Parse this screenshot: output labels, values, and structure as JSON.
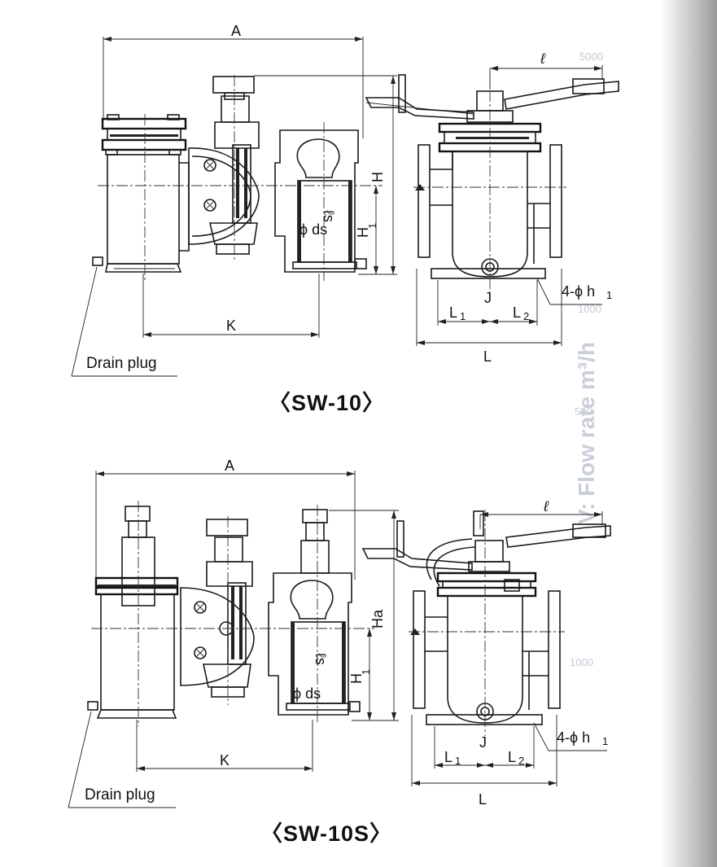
{
  "diagrams": [
    {
      "title": "〈SW-10〉",
      "dims": {
        "A": "A",
        "H": "H",
        "H1": "H",
        "H1_sub": "1",
        "K": "K",
        "ell": "ℓ",
        "ls": "ℓs",
        "ds": "ϕ ds",
        "J": "J",
        "L1": "L",
        "L1_sub": "1",
        "L2": "L",
        "L2_sub": "2",
        "L": "L",
        "holes": "4-ϕ h",
        "holes_sub": "1"
      },
      "drain_label": "Drain plug"
    },
    {
      "title": "〈SW-10S〉",
      "dims": {
        "A": "A",
        "Ha": "Ha",
        "H1": "H",
        "H1_sub": "1",
        "K": "K",
        "ell": "ℓ",
        "ls": "ℓs",
        "ds": "ϕ ds",
        "J": "J",
        "L1": "L",
        "L1_sub": "1",
        "L2": "L",
        "L2_sub": "2",
        "L": "L",
        "holes": "4-ϕ h",
        "holes_sub": "1"
      },
      "drain_label": "Drain plug"
    }
  ],
  "background_marks": {
    "axis_label": "V: Flow rate m³/h",
    "numbers": [
      "5000",
      "1000",
      "500",
      "1000"
    ]
  },
  "colors": {
    "ink": "#111111",
    "watermark": "#c4c9d2"
  }
}
